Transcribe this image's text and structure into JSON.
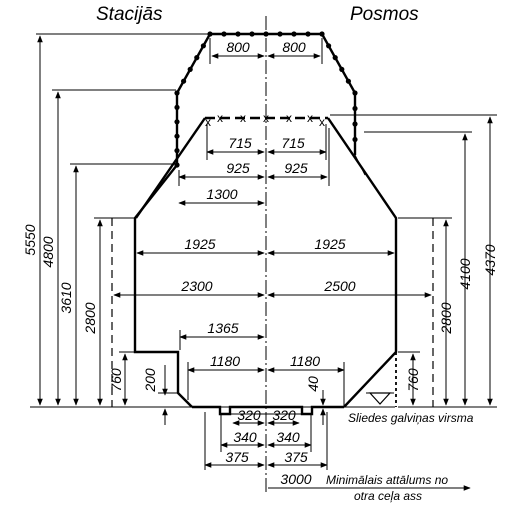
{
  "titles": {
    "left": "Stacijās",
    "right": "Posmos"
  },
  "dimensions": {
    "top_half_width_left": "800",
    "top_half_width_right": "800",
    "inner_left": "715",
    "inner_right": "715",
    "mid_left": "925",
    "mid_right": "925",
    "w1300": "1300",
    "w1925_left": "1925",
    "w1925_right": "1925",
    "w2300": "2300",
    "w2500": "2500",
    "w1365": "1365",
    "w1180_left": "1180",
    "w1180_right": "1180",
    "w320_left": "320",
    "w320_right": "320",
    "w340_left": "340",
    "w340_right": "340",
    "w375_left": "375",
    "w375_right": "375",
    "w3000": "3000"
  },
  "heights": {
    "h5550": "5550",
    "h4800": "4800",
    "h3610": "3610",
    "h2800_left": "2800",
    "h760_left": "760",
    "h200": "200",
    "h40": "40",
    "h760_right": "760",
    "h2800_right": "2800",
    "h4100": "4100",
    "h4370": "4370"
  },
  "notes": {
    "rail_head": "Sliedes galviņas virsma",
    "min_distance_line1": "Minimālais attālums no",
    "min_distance_line2": "otra ceļa ass"
  },
  "markers": {
    "station_top_marker": "dot",
    "inner_marker": "x"
  }
}
